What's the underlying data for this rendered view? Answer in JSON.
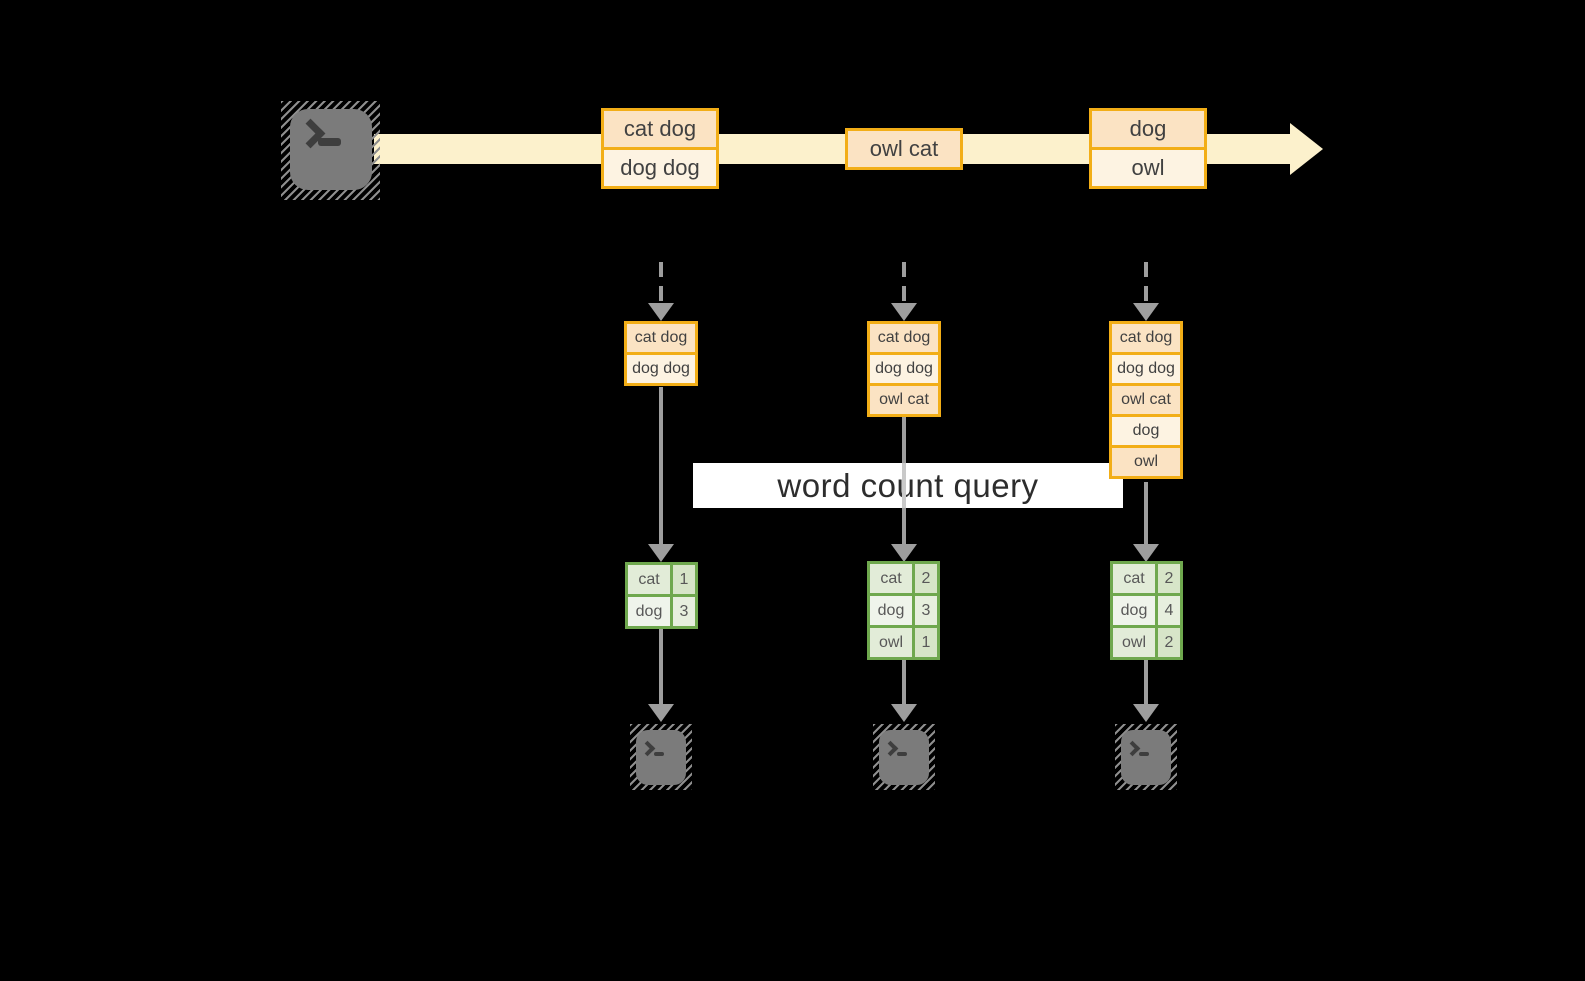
{
  "query": {
    "label": "word count query"
  },
  "stream": {
    "batches": [
      {
        "lines": [
          "cat dog",
          "dog dog"
        ]
      },
      {
        "lines": [
          "owl cat"
        ]
      },
      {
        "lines": [
          "dog",
          "owl"
        ]
      }
    ]
  },
  "inputs": [
    {
      "lines": [
        "cat dog",
        "dog dog"
      ]
    },
    {
      "lines": [
        "cat dog",
        "dog dog",
        "owl cat"
      ]
    },
    {
      "lines": [
        "cat dog",
        "dog dog",
        "owl cat",
        "dog",
        "owl"
      ]
    }
  ],
  "results": [
    {
      "rows": [
        {
          "word": "cat",
          "count": "1"
        },
        {
          "word": "dog",
          "count": "3"
        }
      ]
    },
    {
      "rows": [
        {
          "word": "cat",
          "count": "2"
        },
        {
          "word": "dog",
          "count": "3"
        },
        {
          "word": "owl",
          "count": "1"
        }
      ]
    },
    {
      "rows": [
        {
          "word": "cat",
          "count": "2"
        },
        {
          "word": "dog",
          "count": "4"
        },
        {
          "word": "owl",
          "count": "2"
        }
      ]
    }
  ],
  "icons": {
    "terminal_prompt": "chevron-right-with-cursor"
  },
  "colors": {
    "background": "#000000",
    "stream_band": "#fcf1cc",
    "box_border": "#f2ae17",
    "cell_peach": "#fbe3c3",
    "cell_cream": "#fdf3e2",
    "table_border": "#6fa84e",
    "row_green_dark": "#d7e5c8",
    "row_green_light": "#eff4eb",
    "arrow_gray": "#9e9e9e",
    "terminal_gray": "#7b7b7b",
    "query_bg": "#ffffff"
  }
}
